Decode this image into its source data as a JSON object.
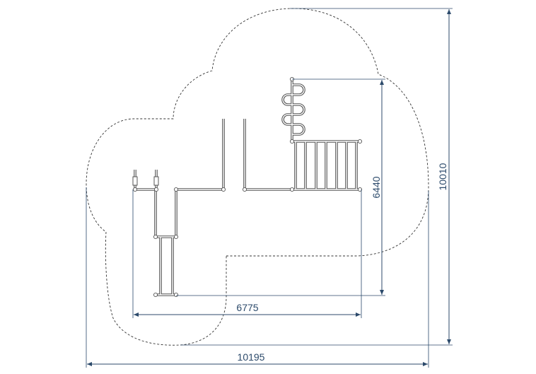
{
  "dimensions": {
    "overall_width": "10195",
    "overall_depth": "10010",
    "equipment_width": "6775",
    "equipment_depth": "6440"
  },
  "colors": {
    "dimension": "#2c4a6b",
    "equipment": "#555555",
    "safety_zone": "#333333"
  }
}
